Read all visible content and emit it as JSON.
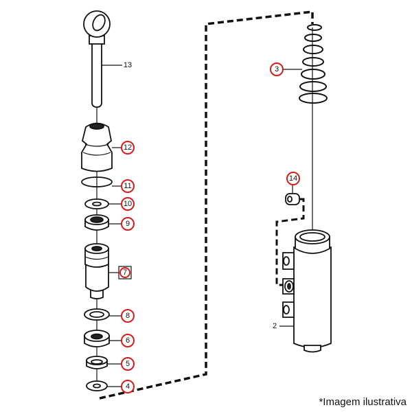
{
  "labels": {
    "p2": "2",
    "p3": "3",
    "p4": "4",
    "p5": "5",
    "p6": "6",
    "p7": "7",
    "p8": "8",
    "p9": "9",
    "p10": "10",
    "p11": "11",
    "p12": "12",
    "p13": "13",
    "p14": "14"
  },
  "caption": "*Imagem ilustrativa",
  "colors": {
    "highlight": "#d81c1c",
    "line": "#111111"
  }
}
